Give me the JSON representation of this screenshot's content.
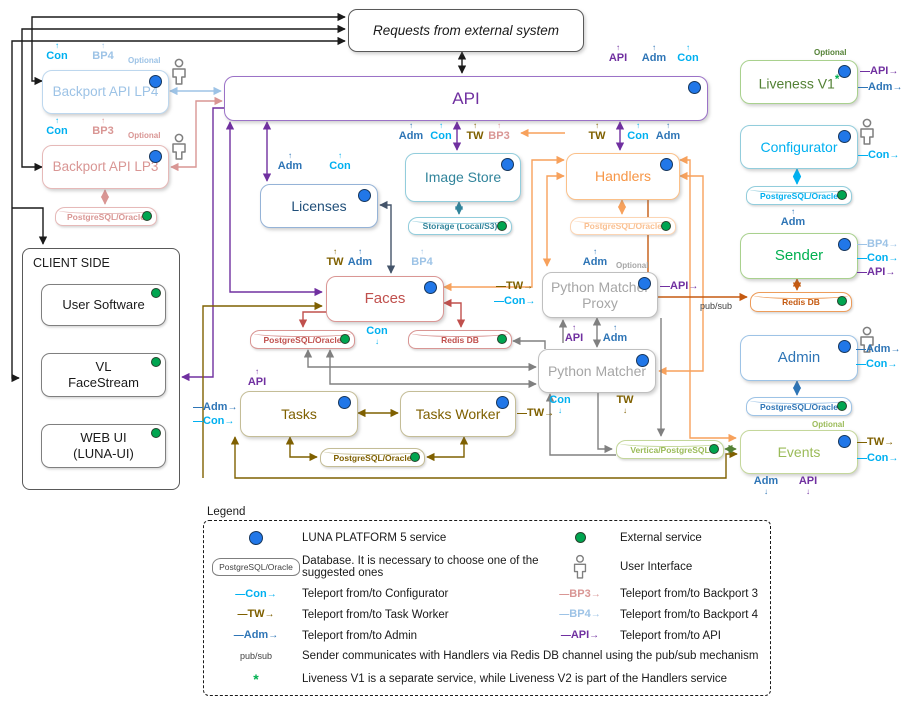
{
  "nodes": {
    "requests": "Requests from external system",
    "api": "API",
    "backport_lp4": "Backport API LP4",
    "backport_lp3": "Backport API LP3",
    "licenses": "Licenses",
    "image_store": "Image Store",
    "handlers": "Handlers",
    "faces": "Faces",
    "python_matcher_proxy": "Python Matcher Proxy",
    "python_matcher": "Python Matcher",
    "tasks": "Tasks",
    "tasks_worker": "Tasks Worker",
    "events": "Events",
    "liveness": "Liveness V1",
    "configurator": "Configurator",
    "sender": "Sender",
    "admin": "Admin"
  },
  "client_side": {
    "title": "CLIENT SIDE",
    "items": [
      "User Software",
      "VL FaceStream",
      "WEB UI (LUNA-UI)"
    ]
  },
  "databases": {
    "postgres_oracle": "PostgreSQL/Oracle",
    "storage": "Storage (Local/S3)",
    "redis": "Redis DB",
    "vertica": "Vertica/PostgreSQL"
  },
  "labels": {
    "con": "Con",
    "adm": "Adm",
    "tw": "TW",
    "api": "API",
    "bp3": "BP3",
    "bp4": "BP4",
    "optional": "Optional",
    "pubsub": "pub/sub",
    "asterisk": "*"
  },
  "legend": {
    "title": "Legend",
    "luna_service": "LUNA PLATFORM 5 service",
    "external_service": "External service",
    "database": "Database. It is necessary to choose one of the suggested ones",
    "user_interface": "User Interface",
    "db_sample": "PostgreSQL/Oracle",
    "teleport_con": "Teleport from/to Configurator",
    "teleport_bp3": "Teleport from/to Backport 3",
    "teleport_tw": "Teleport from/to Task Worker",
    "teleport_bp4": "Teleport from/to Backport 4",
    "teleport_adm": "Teleport from/to Admin",
    "teleport_api": "Teleport from/to API",
    "pubsub_note": "Sender communicates with Handlers via Redis DB channel using the pub/sub mechanism",
    "asterisk_note": "Liveness V1 is a separate service, while Liveness V2 is part of the Handlers service"
  },
  "colors": {
    "luna_dot": "#2177e8",
    "external_dot": "#00a550",
    "api_purple": "#7030A0",
    "con_cyan": "#00B0F0",
    "adm_blue": "#2E75B6",
    "tw_olive": "#7F6000",
    "bp3_pink": "#D99694",
    "bp4_lightblue": "#9DC3E6",
    "handlers_orange": "#F79646",
    "faces_red": "#C0504D",
    "sender_green": "#00B050",
    "events_olivegreen": "#9BBB59",
    "image_store_teal": "#31849B"
  }
}
